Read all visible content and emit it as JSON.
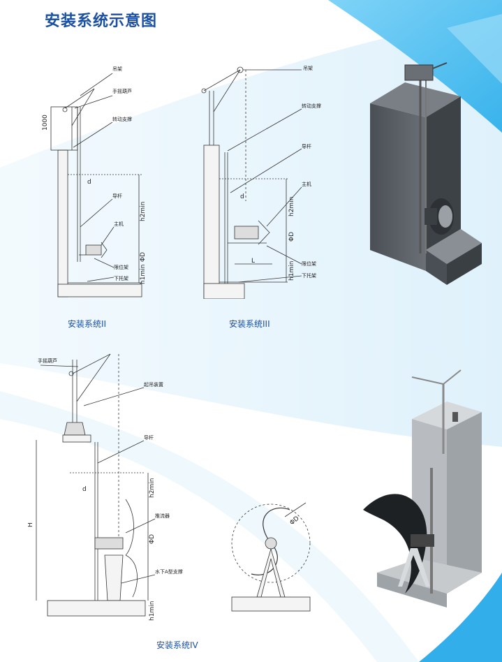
{
  "title": "安装系统示意图",
  "colors": {
    "title": "#1a4fa3",
    "bg_blue_light": "#e6f4fc",
    "bg_blue": "#4fbdf0"
  },
  "diagram2": {
    "caption": "安装系统II",
    "labels": {
      "crane": "吊架",
      "hoist": "手摇葫芦",
      "rotate_support": "转动支撑",
      "guide_rod": "导杆",
      "motor": "主机",
      "limit_frame": "限位架",
      "lower_frame": "下托架"
    },
    "dims": {
      "height": "1000",
      "d": "d",
      "h2": "h2min",
      "phi_d": "ΦD",
      "h1": "h1min"
    }
  },
  "diagram3": {
    "caption": "安装系统III",
    "labels": {
      "crane": "吊架",
      "rotate_support": "转动支撑",
      "guide_rod": "导杆",
      "motor": "主机",
      "limit_frame": "限位架",
      "lower_frame": "下托架"
    },
    "dims": {
      "d": "d",
      "h2": "h2min",
      "phi_d": "ΦD",
      "l": "L",
      "h1": "h1min"
    }
  },
  "diagram4": {
    "caption": "安装系统IV",
    "labels": {
      "hoist": "手摇葫芦",
      "lift_device": "起吊装置",
      "guide_rod": "导杆",
      "flow_blade": "推流器",
      "underwater_support": "水下A型支撑"
    },
    "dims": {
      "h": "H",
      "d": "d",
      "h2": "h2min",
      "phi_d": "ΦD",
      "h1": "h1min",
      "phi_d_side": "ΦD"
    }
  }
}
